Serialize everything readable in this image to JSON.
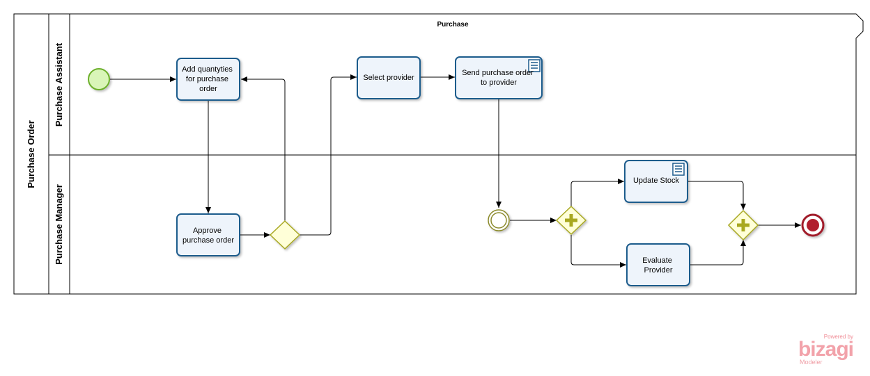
{
  "pool": {
    "name": "Purchase Order",
    "title": "Purchase"
  },
  "lanes": [
    {
      "id": "lane-assistant",
      "name": "Purchase Assistant"
    },
    {
      "id": "lane-manager",
      "name": "Purchase Manager"
    }
  ],
  "tasks": [
    {
      "id": "task-add-quantities",
      "lines": [
        "Add quantyties",
        "for purchase",
        "order"
      ]
    },
    {
      "id": "task-select-provider",
      "lines": [
        "Select provider"
      ]
    },
    {
      "id": "task-send-order",
      "lines": [
        "Send purchase order",
        "to provider"
      ]
    },
    {
      "id": "task-approve-order",
      "lines": [
        "Approve",
        "purchase order"
      ]
    },
    {
      "id": "task-update-stock",
      "lines": [
        "Update Stock"
      ]
    },
    {
      "id": "task-evaluate-provider",
      "lines": [
        "Evaluate",
        "Provider"
      ]
    }
  ],
  "colors": {
    "task_fill": "#eef4fb",
    "task_stroke": "#1d5b8c",
    "start_fill": "#d9f5b8",
    "start_stroke": "#6cb02c",
    "gateway_fill": "#ffffd8",
    "gateway_stroke": "#a8a820",
    "end_stroke": "#a11b2a",
    "intermediate_stroke": "#8b8a2c"
  },
  "brand": {
    "powered": "Powered by",
    "name": "bizagi",
    "product": "Modeler"
  }
}
